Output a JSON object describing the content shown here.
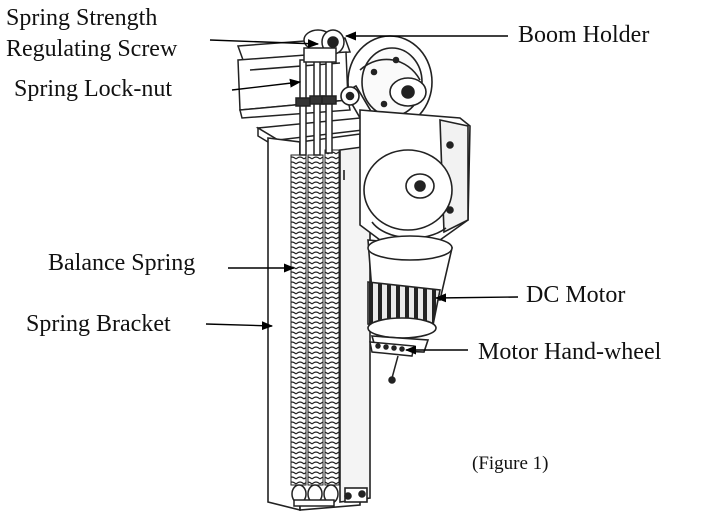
{
  "figure": {
    "caption": "(Figure 1)",
    "labels": {
      "spring_strength_line1": "Spring Strength",
      "spring_strength_line2": "Regulating Screw",
      "spring_locknut": "Spring Lock-nut",
      "boom_holder": "Boom Holder",
      "balance_spring": "Balance Spring",
      "spring_bracket": "Spring Bracket",
      "dc_motor": "DC Motor",
      "motor_handwheel": "Motor Hand-wheel"
    }
  }
}
